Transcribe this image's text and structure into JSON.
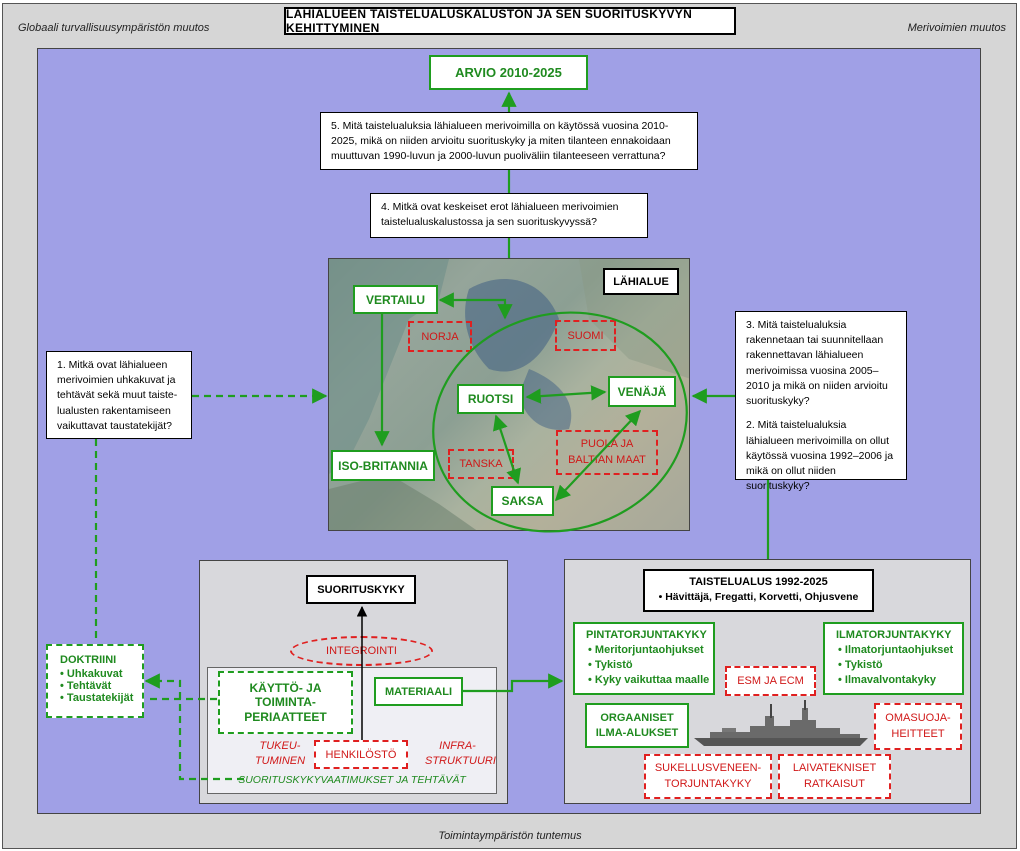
{
  "title": "LÄHIALUEEN TAISTELUALUSKALUSTON JA SEN SUORITUSKYVYN KEHITTYMINEN",
  "corners": {
    "top_left": "Globaali turvallisuusympäristön muutos",
    "top_right": "Merivoimien muutos",
    "bottom": "Toimintaympäristön tuntemus"
  },
  "arvio": "ARVIO 2010-2025",
  "questions": {
    "q5": "5. Mitä taistelualuksia lähialueen merivoimilla on käytössä vuosina 2010-2025, mikä on niiden arvioitu suorituskyky ja miten tilanteen ennakoidaan muuttuvan 1990-luvun ja 2000-luvun puoliväliin tilanteeseen verrattuna?",
    "q4": "4. Mitkä ovat keskeiset erot lähialueen merivoimien taistelualuskalustossa ja sen suorituskyvyssä?",
    "q1": "1. Mitkä ovat lähialueen merivoimien uhkakuvat ja tehtävät sekä muut taiste-lualusten rakentamiseen vaikuttavat taustatekijät?",
    "q3": "3. Mitä taistelualuksia rakennetaan tai suunnitellaan rakennettavan lähialueen merivoimissa vuosina 2005–2010 ja mikä on niiden arvioitu suorituskyky?",
    "q2": "2. Mitä taistelualuksia lähialueen merivoimilla on ollut käytössä vuosina 1992–2006 ja mikä on ollut niiden suorituskyky?"
  },
  "map": {
    "label": "LÄHIALUE",
    "countries_green": {
      "vertailu": "VERTAILU",
      "ruotsi": "RUOTSI",
      "venaja": "VENÄJÄ",
      "iso_britannia": "ISO-BRITANNIA",
      "saksa": "SAKSA"
    },
    "countries_red": {
      "norja": "NORJA",
      "suomi": "SUOMI",
      "tanska": "TANSKA",
      "puola": "PUOLA JA BALTIAN MAAT"
    }
  },
  "doktriini": {
    "title": "DOKTRIINI",
    "items": [
      "Uhkakuvat",
      "Tehtävät",
      "Taustatekijät"
    ]
  },
  "suorituskyky": {
    "title": "SUORITUSKYKY",
    "integrointi": "INTEGROINTI",
    "kaytto": "KÄYTTÖ- JA TOIMINTA-PERIAATTEET",
    "materiaali": "MATERIAALI",
    "tukeutuminen": "TUKEU-TUMINEN",
    "henkilosto": "HENKILÖSTÖ",
    "infrastruktuuri": "INFRA-STRUKTUURI",
    "vaatimukset": "SUORITUSKYKYVAATIMUKSET JA TEHTÄVÄT"
  },
  "taistelualus": {
    "title": "TAISTELUALUS 1992-2025",
    "subtitle": "• Hävittäjä, Fregatti, Korvetti, Ohjusvene",
    "pintatorjunta": {
      "title": "PINTATORJUNTAKYKY",
      "items": [
        "Meritorjuntaohjukset",
        "Tykistö",
        "Kyky vaikuttaa maalle"
      ]
    },
    "ilmatorjunta": {
      "title": "ILMATORJUNTAKYKY",
      "items": [
        "Ilmatorjuntaohjukset",
        "Tykistö",
        "Ilmavalvontakyky"
      ]
    },
    "esm": "ESM JA ECM",
    "orgaaniset": "ORGAANISET ILMA-ALUKSET",
    "omasuoja": "OMASUOJA-HEITTEET",
    "sukellus": "SUKELLUSVENEEN-TORJUNTAKYKY",
    "laivatekniset": "LAIVATEKNISET RATKAISUT"
  },
  "colors": {
    "green": "#1f9d1f",
    "red": "#e02020",
    "inner_background": "#a0a0e6",
    "outer_background": "#d6d6d6"
  }
}
